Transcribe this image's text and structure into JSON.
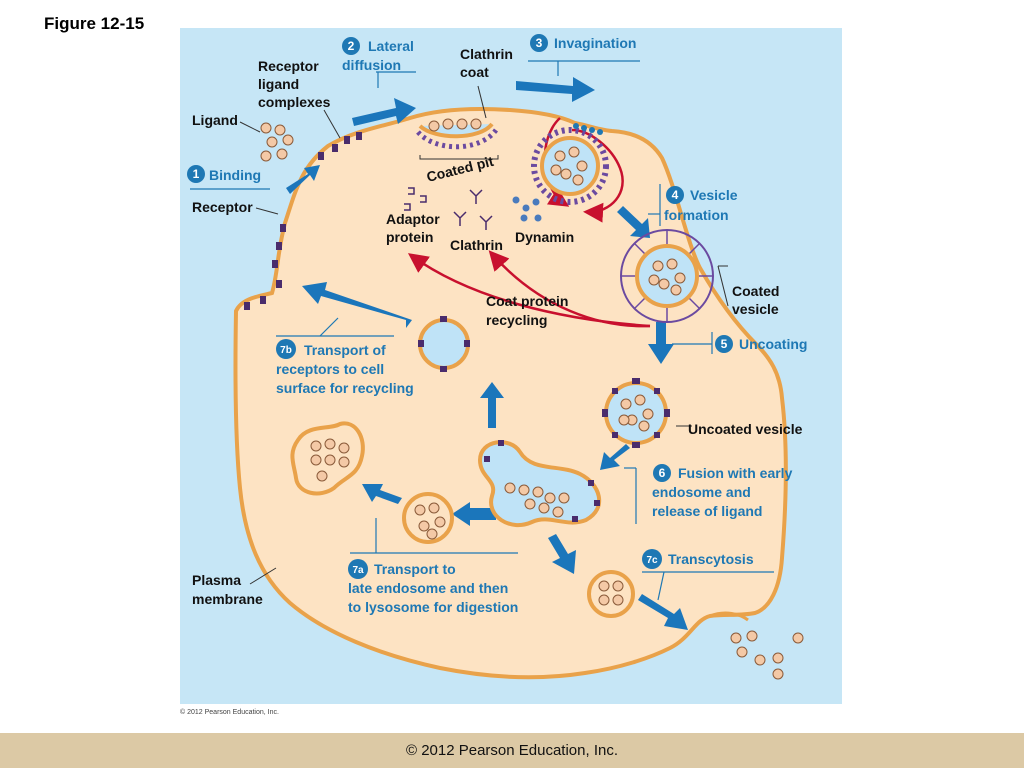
{
  "figure_title": "Figure 12-15",
  "panel_copyright": "© 2012 Pearson Education, Inc.",
  "footer_copyright": "© 2012 Pearson Education, Inc.",
  "labels": {
    "ligand": "Ligand",
    "receptor_ligand_1": "Receptor",
    "receptor_ligand_2": "ligand",
    "receptor_ligand_3": "complexes",
    "clathrin_coat_1": "Clathrin",
    "clathrin_coat_2": "coat",
    "receptor": "Receptor",
    "coated_pit": "Coated pit",
    "adaptor_1": "Adaptor",
    "adaptor_2": "protein",
    "clathrin": "Clathrin",
    "dynamin": "Dynamin",
    "coated_vesicle_1": "Coated",
    "coated_vesicle_2": "vesicle",
    "coat_recycling_1": "Coat protein",
    "coat_recycling_2": "recycling",
    "uncoated_vesicle": "Uncoated vesicle",
    "plasma_1": "Plasma",
    "plasma_2": "membrane"
  },
  "steps": {
    "s1": {
      "num": "1",
      "line1": "Binding"
    },
    "s2": {
      "num": "2",
      "line1": "Lateral",
      "line2": "diffusion"
    },
    "s3": {
      "num": "3",
      "line1": "Invagination"
    },
    "s4": {
      "num": "4",
      "line1": "Vesicle",
      "line2": "formation"
    },
    "s5": {
      "num": "5",
      "line1": "Uncoating"
    },
    "s6": {
      "num": "6",
      "line1": "Fusion with early",
      "line2": "endosome and",
      "line3": "release of ligand"
    },
    "s7a": {
      "num": "7a",
      "line1": "Transport to",
      "line2": "late endosome and then",
      "line3": "to lysosome for digestion"
    },
    "s7b": {
      "num": "7b",
      "line1": "Transport of",
      "line2": "receptors to cell",
      "line3": "surface for recycling"
    },
    "s7c": {
      "num": "7c",
      "line1": "Transcytosis"
    }
  },
  "colors": {
    "panel_bg": "#c6e6f6",
    "cell": "#fde3c3",
    "membrane": "#e9a24a",
    "step_blue": "#1e78b4",
    "arrow_blue": "#1b76bb",
    "recycle_red": "#c8102e",
    "receptor_purple": "#4a2c6c",
    "ligand_fill": "#f4c9a6",
    "footer_bg": "#dcc9a5"
  }
}
